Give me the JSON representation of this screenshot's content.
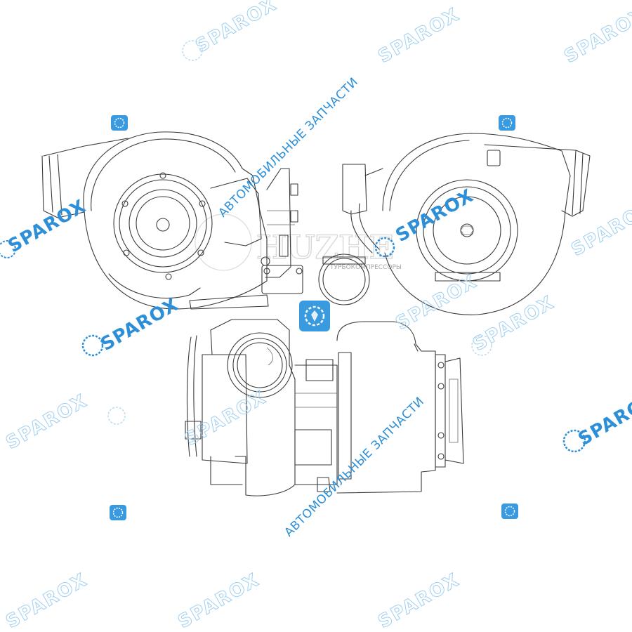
{
  "watermarks": {
    "brand_text": "SPAROX",
    "tagline_text": "АВТОМОБИЛЬНЫЕ ЗАПЧАСТИ",
    "center_logo_text": "HUZHE",
    "center_logo_subtext": "ТУРБОКОМПРЕССОРЫ"
  },
  "colors": {
    "watermark_blue": "#2d8fd8",
    "watermark_light": "#9fd0f0",
    "line_art": "#3a3a3a",
    "background": "#ffffff"
  },
  "icons": {
    "logo_mark": "sparox-emblem-icon"
  }
}
